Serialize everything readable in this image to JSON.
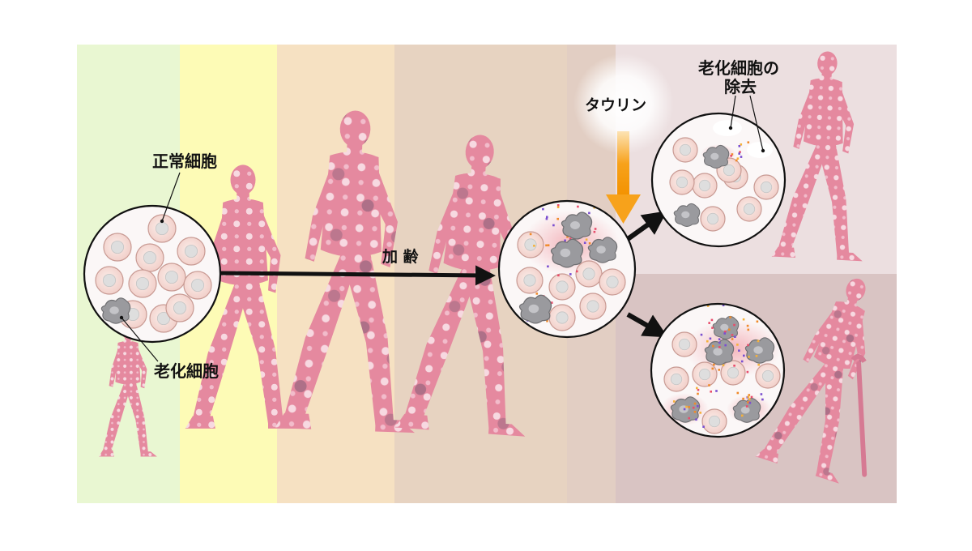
{
  "labels": {
    "normal_cell": "正常細胞",
    "senescent_cell": "老化細胞",
    "aging": "加 齢",
    "taurine": "タウリン",
    "removal_line1": "老化細胞の",
    "removal_line2": "除去"
  },
  "colors": {
    "stage_infant": "#e9f7d2",
    "stage_child": "#fdfbb6",
    "stage_youth": "#f6e1c2",
    "stage_adult": "#e7d3c1",
    "branch_healthy": "#ecdfe0",
    "branch_unhealthy": "#d9c4c3",
    "figure_pink": "#e5899f",
    "cell_fill": "#f4dcd7",
    "senescent_gray": "#9a9a9e",
    "taurine_orange": "#f7a21b",
    "arrow": "#111111"
  }
}
